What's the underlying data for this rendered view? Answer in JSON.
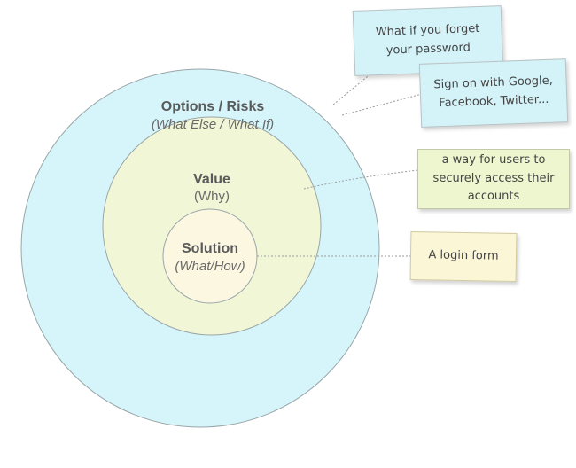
{
  "colors": {
    "outer_ring": "#d6f5fa",
    "middle_ring": "#f1f7d6",
    "inner_ring": "#fbf7e1",
    "ring_stroke": "#9aa6a8"
  },
  "rings": {
    "outer": {
      "title": "Options / Risks",
      "subtitle": "(What Else / What If)"
    },
    "middle": {
      "title": "Value",
      "subtitle": "(Why)"
    },
    "inner": {
      "title": "Solution",
      "subtitle": "(What/How)"
    }
  },
  "notes": {
    "forget_password": "What if you forget your password",
    "social_signon": "Sign on with Google, Facebook, Twitter...",
    "value_note": "a way for users to securely access their accounts",
    "solution_note": "A login form"
  }
}
